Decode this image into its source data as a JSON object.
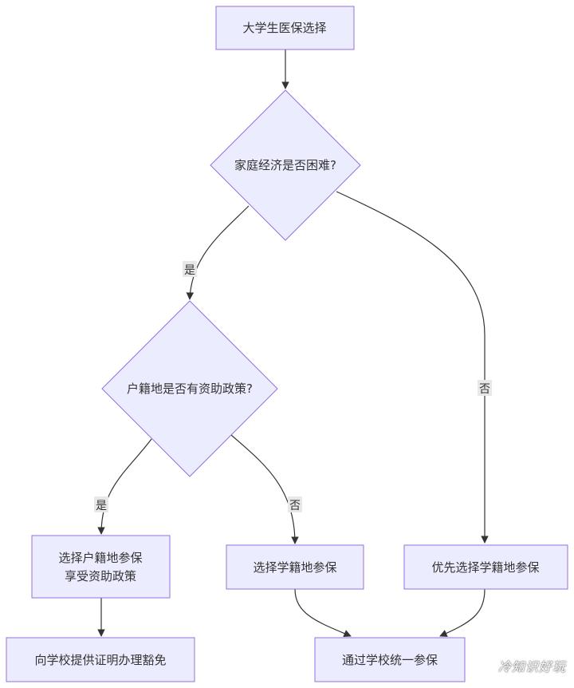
{
  "diagram": {
    "start": {
      "label": "大学生医保选择"
    },
    "decision_family": {
      "label": "家庭经济是否困难?"
    },
    "decision_hukou": {
      "label": "户籍地是否有资助政策?"
    },
    "option_hukou": {
      "line1": "选择户籍地参保",
      "line2": "享受资助政策"
    },
    "option_school_a": {
      "label": "选择学籍地参保"
    },
    "option_school_b": {
      "label": "优先选择学籍地参保"
    },
    "end_hukou": {
      "label": "向学校提供证明办理豁免"
    },
    "end_school": {
      "label": "通过学校统一参保"
    },
    "edge_labels": {
      "family_yes": "是",
      "family_no": "否",
      "hukou_yes": "是",
      "hukou_no": "否"
    }
  },
  "watermark": {
    "text": "冷知识好玩"
  }
}
